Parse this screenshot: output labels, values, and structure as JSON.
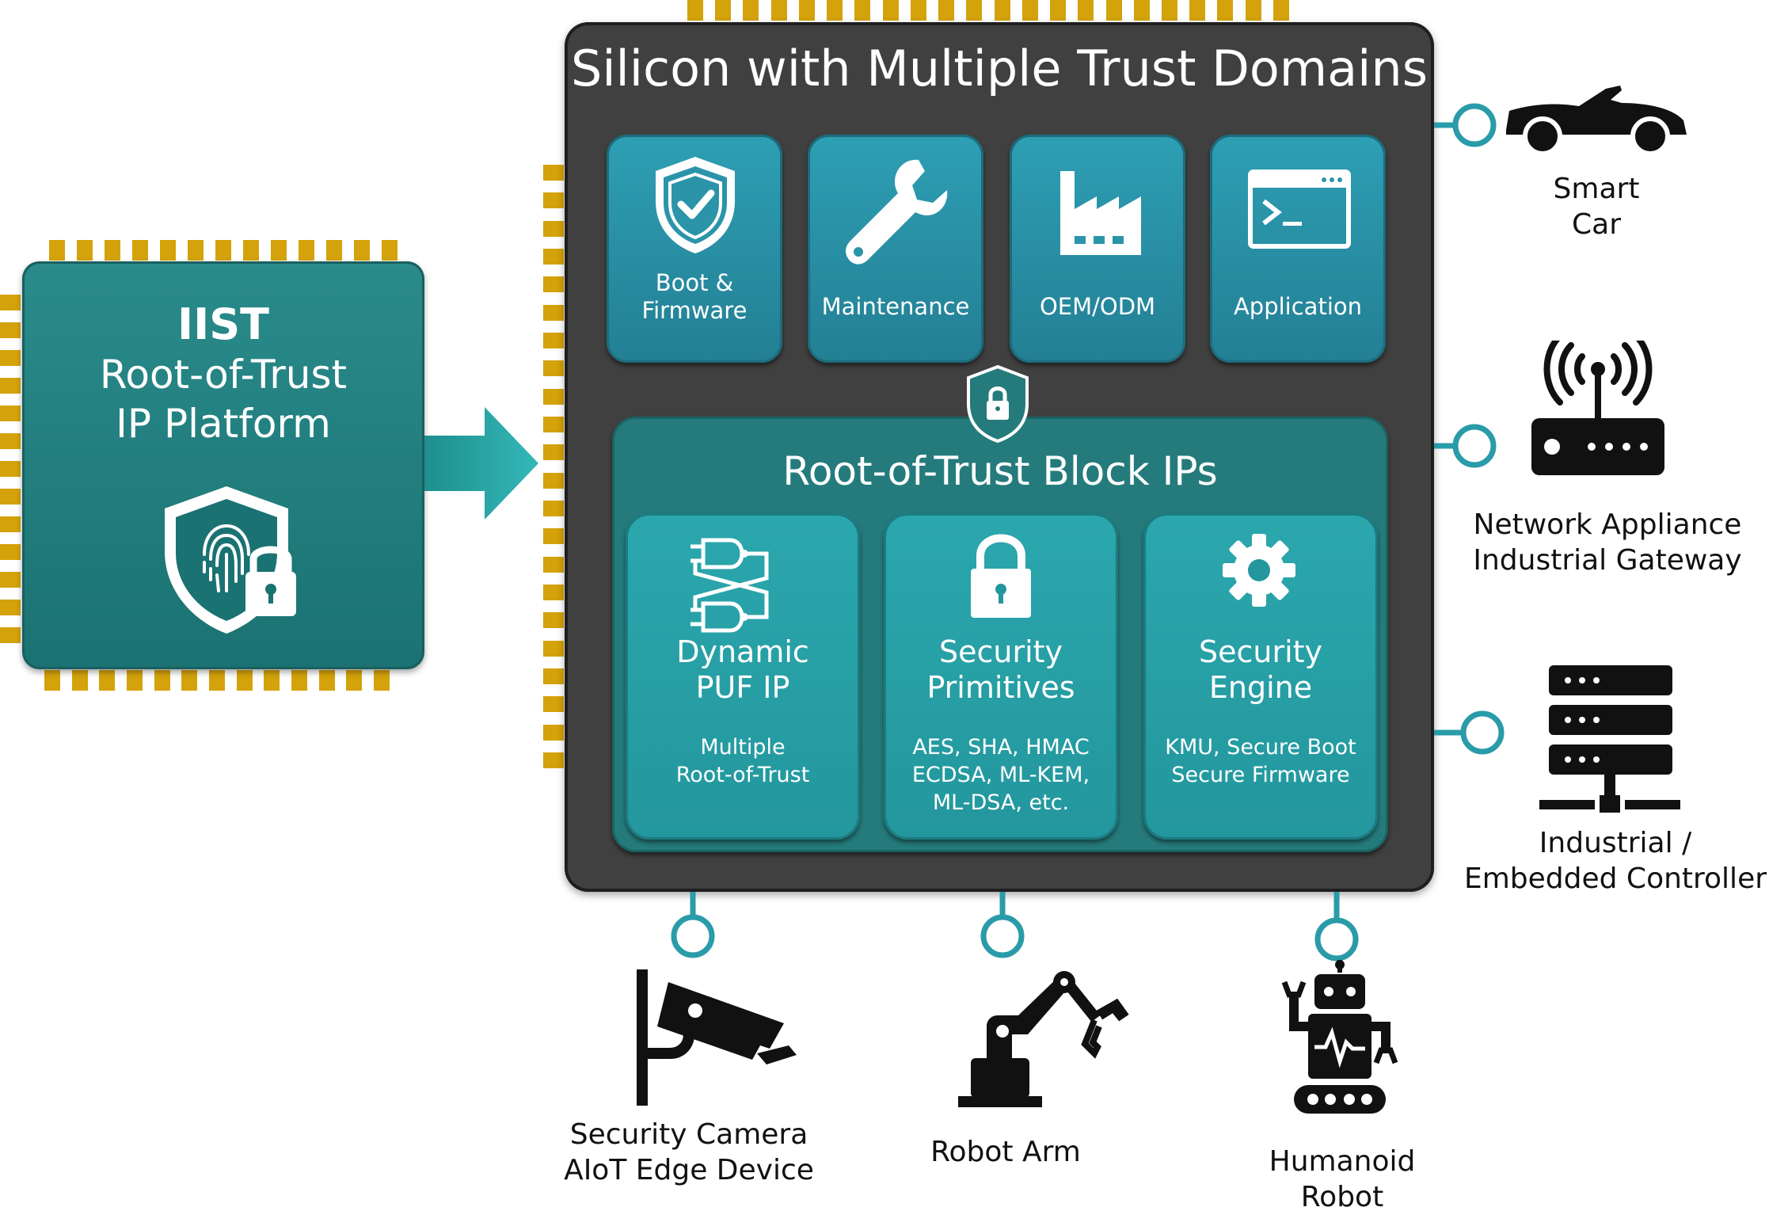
{
  "iist_platform": {
    "brand": "IIST",
    "line1": "Root-of-Trust",
    "line2": "IP Platform"
  },
  "silicon": {
    "title": "Silicon with Multiple Trust Domains",
    "domains": [
      {
        "icon": "shield-check-icon",
        "label_line1": "Boot &",
        "label_line2": "Firmware"
      },
      {
        "icon": "wrench-icon",
        "label_line1": "Maintenance",
        "label_line2": ""
      },
      {
        "icon": "factory-icon",
        "label_line1": "OEM/ODM",
        "label_line2": ""
      },
      {
        "icon": "terminal-window-icon",
        "label_line1": "Application",
        "label_line2": ""
      }
    ]
  },
  "rot_block": {
    "title": "Root-of-Trust Block IPs",
    "blocks": [
      {
        "icon": "logic-gates-icon",
        "title_line1": "Dynamic",
        "title_line2": "PUF IP",
        "sub": [
          "Multiple",
          "Root-of-Trust"
        ]
      },
      {
        "icon": "padlock-icon",
        "title_line1": "Security",
        "title_line2": "Primitives",
        "sub": [
          "AES, SHA, HMAC",
          "ECDSA, ML-KEM,",
          "ML-DSA, etc."
        ]
      },
      {
        "icon": "gear-icon",
        "title_line1": "Security",
        "title_line2": "Engine",
        "sub": [
          "KMU, Secure Boot",
          "Secure Firmware"
        ]
      }
    ]
  },
  "devices": {
    "smart_car": {
      "icon": "car-icon",
      "line1": "Smart",
      "line2": "Car"
    },
    "network": {
      "icon": "router-icon",
      "line1": "Network Appliance",
      "line2": "Industrial Gateway"
    },
    "controller": {
      "icon": "server-rack-icon",
      "line1": "Industrial /",
      "line2": "Embedded Controller"
    },
    "camera": {
      "icon": "security-camera-icon",
      "line1": "Security Camera",
      "line2": "AIoT Edge Device"
    },
    "robot_arm": {
      "icon": "robot-arm-icon",
      "line1": "Robot Arm"
    },
    "humanoid": {
      "icon": "humanoid-robot-icon",
      "line1": "Humanoid",
      "line2": "Robot"
    }
  },
  "colors": {
    "teal_dark": "#1b7272",
    "teal_tile": "#2e9fb4",
    "teal_block": "#2aa7ad",
    "silicon_body": "#404040",
    "pin_gold": "#d4a20a",
    "connector": "#2a9ba8"
  }
}
